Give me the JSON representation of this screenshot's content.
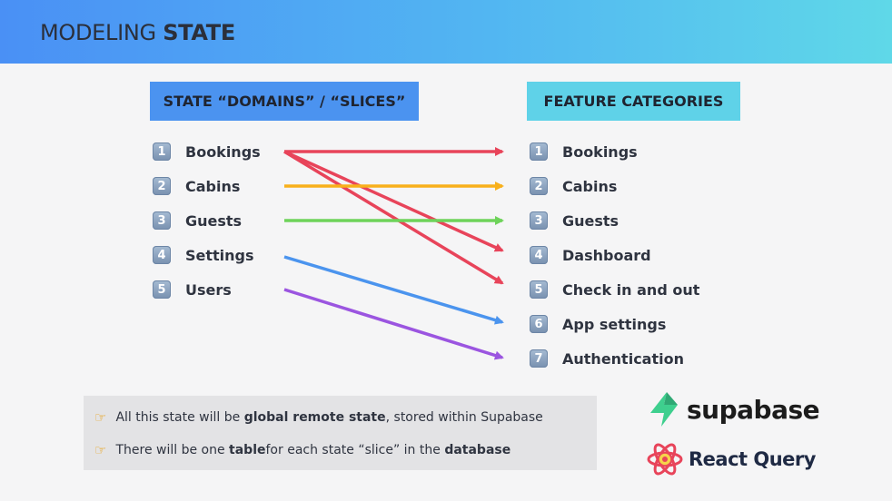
{
  "title": {
    "prefix": "MODELING",
    "bold": "STATE"
  },
  "left_header": "STATE “DOMAINS” / “SLICES”",
  "right_header": "FEATURE CATEGORIES",
  "left_items": [
    {
      "num": "1",
      "label": "Bookings"
    },
    {
      "num": "2",
      "label": "Cabins"
    },
    {
      "num": "3",
      "label": "Guests"
    },
    {
      "num": "4",
      "label": "Settings"
    },
    {
      "num": "5",
      "label": "Users"
    }
  ],
  "right_items": [
    {
      "num": "1",
      "label": "Bookings"
    },
    {
      "num": "2",
      "label": "Cabins"
    },
    {
      "num": "3",
      "label": "Guests"
    },
    {
      "num": "4",
      "label": "Dashboard"
    },
    {
      "num": "5",
      "label": "Check in and out"
    },
    {
      "num": "6",
      "label": "App settings"
    },
    {
      "num": "7",
      "label": "Authentication"
    }
  ],
  "connections": [
    {
      "from": "Bookings",
      "to": "Bookings",
      "color": "#e8445a"
    },
    {
      "from": "Bookings",
      "to": "Dashboard",
      "color": "#e8445a"
    },
    {
      "from": "Bookings",
      "to": "Check in and out",
      "color": "#e8445a"
    },
    {
      "from": "Cabins",
      "to": "Cabins",
      "color": "#f8b01b"
    },
    {
      "from": "Guests",
      "to": "Guests",
      "color": "#6ed35a"
    },
    {
      "from": "Settings",
      "to": "App settings",
      "color": "#4b94ee"
    },
    {
      "from": "Users",
      "to": "Authentication",
      "color": "#9b55e0"
    }
  ],
  "notes": [
    {
      "icon": "pointing-hand-icon",
      "pre": "All this state will be ",
      "bold": "global remote state",
      "post": ", stored within Supabase"
    },
    {
      "icon": "pointing-hand-icon",
      "pre": "There will be one ",
      "bold": "table",
      "mid": " for each state “slice” in the ",
      "bold2": "database"
    }
  ],
  "logos": {
    "supabase": {
      "text": "supabase",
      "icon": "supabase-bolt-icon",
      "color": "#3ecf8e"
    },
    "react_query": {
      "text": "React Query",
      "icon": "react-query-icon",
      "color": "#e8445a"
    }
  }
}
